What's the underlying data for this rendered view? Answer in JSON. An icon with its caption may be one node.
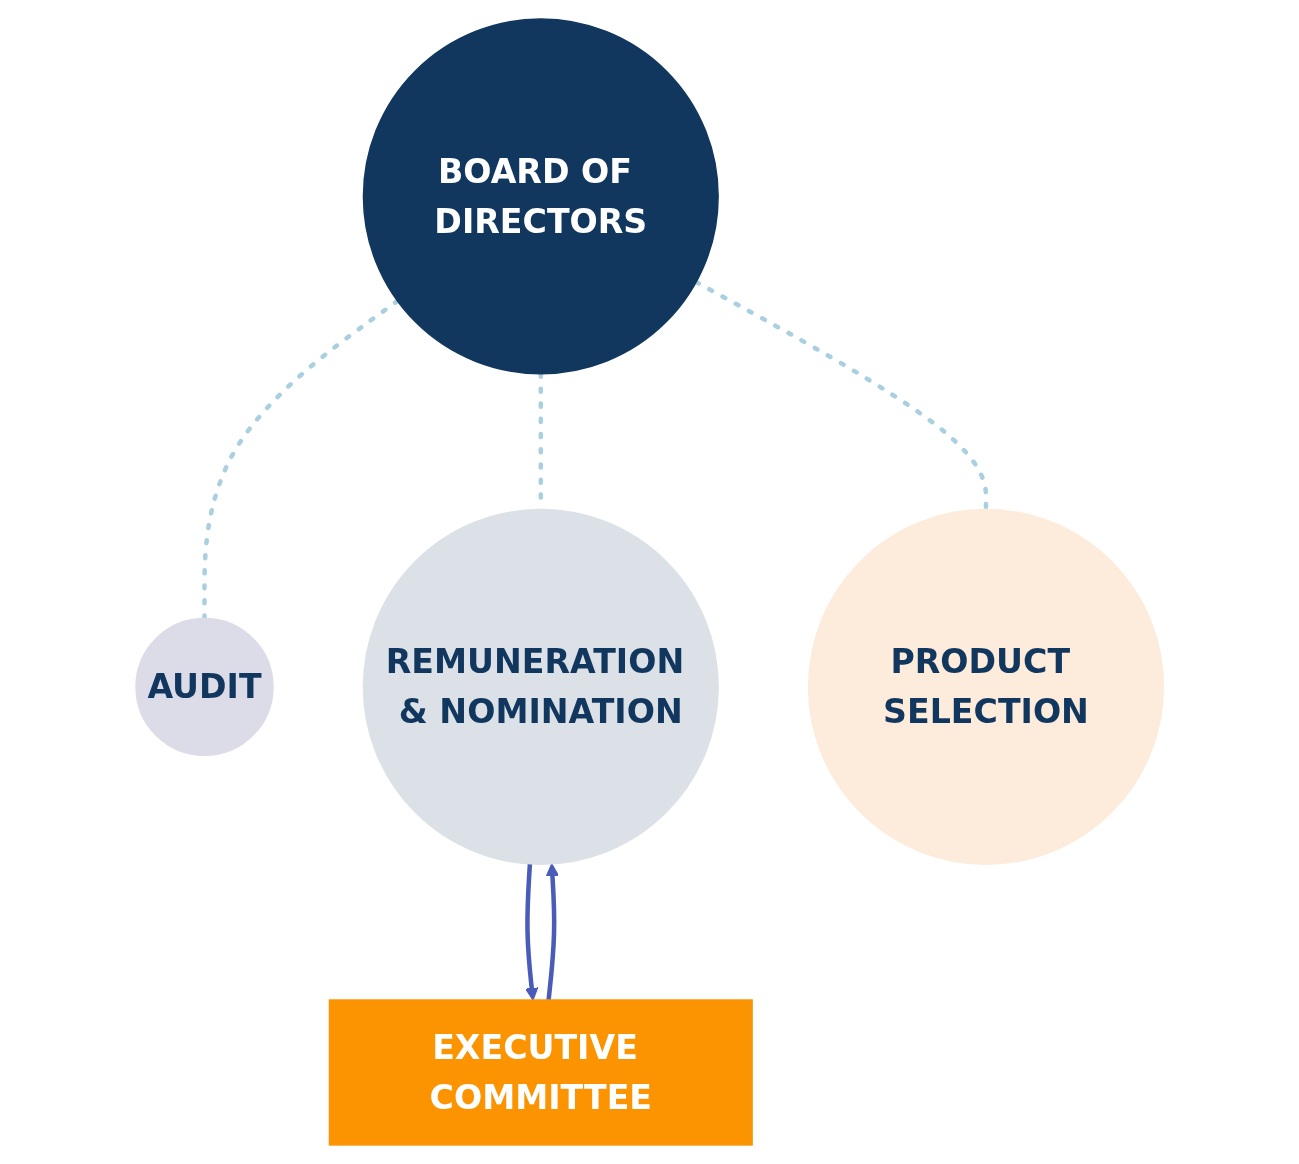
{
  "diagram": {
    "nodes": [
      {
        "text": [
          "BOARD OF DIRECTORS"
        ]
      },
      {
        "text": [
          "AUDIT"
        ]
      },
      {
        "text": [
          "REMUNERATION & NOMINATION"
        ]
      },
      {
        "text": [
          "PRODUCT SELECTION"
        ]
      },
      {
        "text": [
          "EXECUTIVE COMMITTEE"
        ]
      }
    ],
    "edges": [
      {
        "from": 0,
        "to": 1,
        "arrow": "none",
        "style": "dashed",
        "color": "#a9cfe0"
      },
      {
        "from": 0,
        "to": 2,
        "arrow": "none",
        "style": "dashed",
        "color": "#a9cfe0"
      },
      {
        "from": 0,
        "to": 3,
        "arrow": "none",
        "style": "dashed",
        "color": "#a9cfe0"
      },
      {
        "from": 4,
        "to": 2,
        "arrow": "to",
        "color": "#4a5cb8"
      },
      {
        "from": 2,
        "to": 4,
        "arrow": "to",
        "color": "#4a5cb8"
      }
    ]
  }
}
